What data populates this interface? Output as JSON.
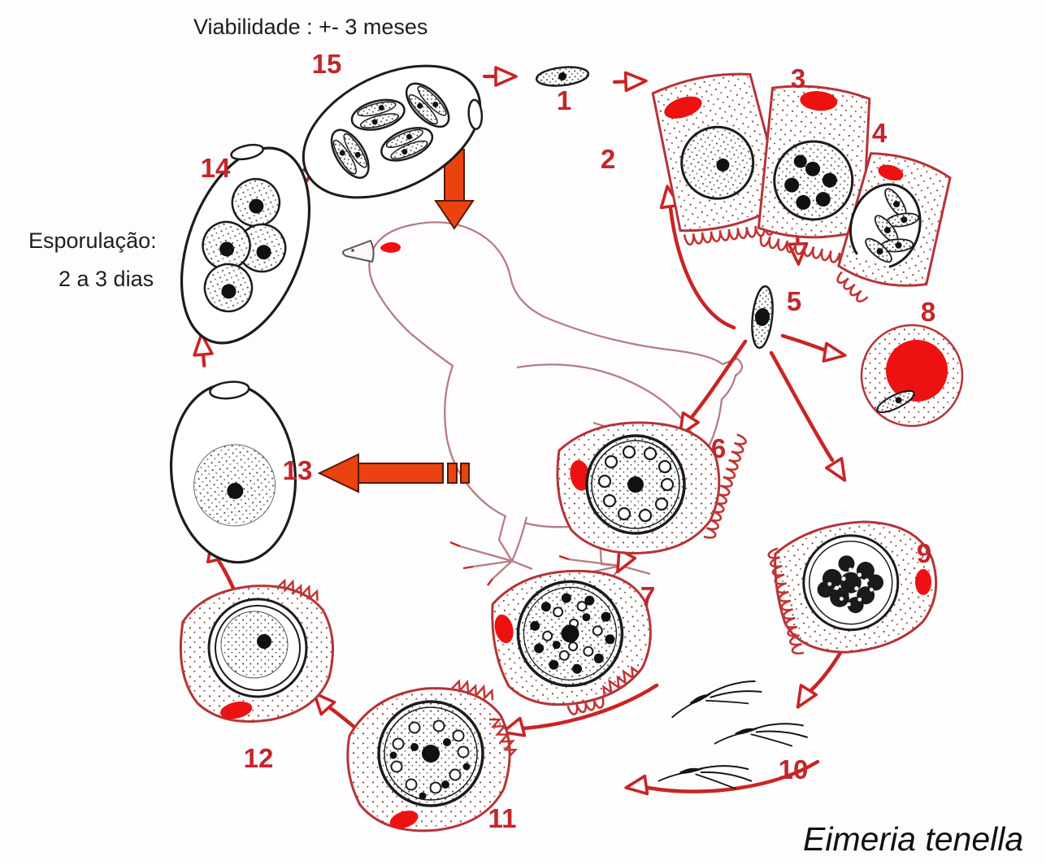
{
  "texts": {
    "viability": "Viabilidade : +- 3 meses",
    "sporulation_line1": "Esporulação:",
    "sporulation_line2": "2 a 3 dias",
    "species": "Eimeria tenella"
  },
  "stage_labels": [
    "1",
    "2",
    "3",
    "4",
    "5",
    "6",
    "7",
    "8",
    "9",
    "10",
    "11",
    "12",
    "13",
    "14",
    "15"
  ],
  "colors": {
    "arrow_red": "#c92424",
    "label_red": "#c4252b",
    "cell_outline_red": "#b53438",
    "nucleus_red": "#ee1111",
    "block_arrow_orange": "#ea430f",
    "ink_black": "#1c1c1c",
    "chicken_outline_pink": "#b57d86",
    "background": "#fdfdfd"
  }
}
